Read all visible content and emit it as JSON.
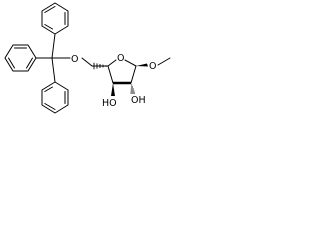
{
  "structure": {
    "atoms": {
      "ring_oxygen": "O",
      "ether_oxygen": "O",
      "methoxy_oxygen": "O",
      "hydroxyl_left": "HO",
      "hydroxyl_right": "OH"
    }
  },
  "colors": {
    "bond": "#000000",
    "background": "#ffffff"
  }
}
